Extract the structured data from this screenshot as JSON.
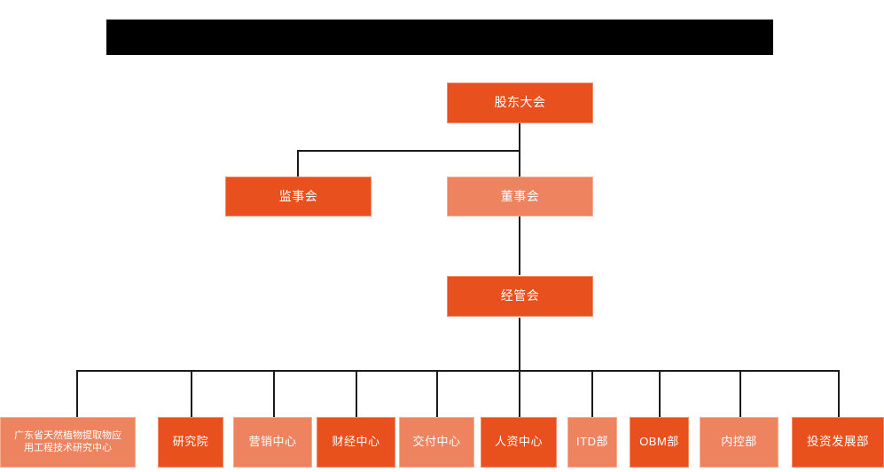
{
  "diagram": {
    "type": "org-chart",
    "title_bar": {
      "label": "",
      "redacted": true,
      "color": "#000000"
    },
    "colors": {
      "dark_orange": "#e8511d",
      "light_salmon": "#ee835f",
      "connector": "#1a1a1a",
      "background": "#ffffff",
      "text": "#ffffff"
    },
    "levels": [
      {
        "level": 1,
        "nodes": [
          {
            "id": "shareholders",
            "label": "股东大会",
            "tone": "dark"
          }
        ]
      },
      {
        "level": 2,
        "nodes": [
          {
            "id": "supervisors",
            "label": "监事会",
            "tone": "dark"
          },
          {
            "id": "directors",
            "label": "董事会",
            "tone": "light"
          }
        ]
      },
      {
        "level": 3,
        "nodes": [
          {
            "id": "management",
            "label": "经管会",
            "tone": "dark"
          }
        ]
      },
      {
        "level": 4,
        "nodes": [
          {
            "id": "research-center",
            "label": "广东省天然植物提取物应用工程技术研究中心",
            "label_line1": "广东省天然植物提取物应",
            "label_line2": "用工程技术研究中心",
            "tone": "light"
          },
          {
            "id": "research-institute",
            "label": "研究院",
            "tone": "dark"
          },
          {
            "id": "marketing-center",
            "label": "营销中心",
            "tone": "light"
          },
          {
            "id": "finance-center",
            "label": "财经中心",
            "tone": "dark"
          },
          {
            "id": "delivery-center",
            "label": "交付中心",
            "tone": "light"
          },
          {
            "id": "hr-center",
            "label": "人资中心",
            "tone": "dark"
          },
          {
            "id": "itd-department",
            "label": "ITD部",
            "tone": "light"
          },
          {
            "id": "obm-department",
            "label": "OBM部",
            "tone": "dark"
          },
          {
            "id": "internal-control-department",
            "label": "内控部",
            "tone": "light"
          },
          {
            "id": "investment-development-department",
            "label": "投资发展部",
            "tone": "dark"
          }
        ]
      }
    ]
  }
}
